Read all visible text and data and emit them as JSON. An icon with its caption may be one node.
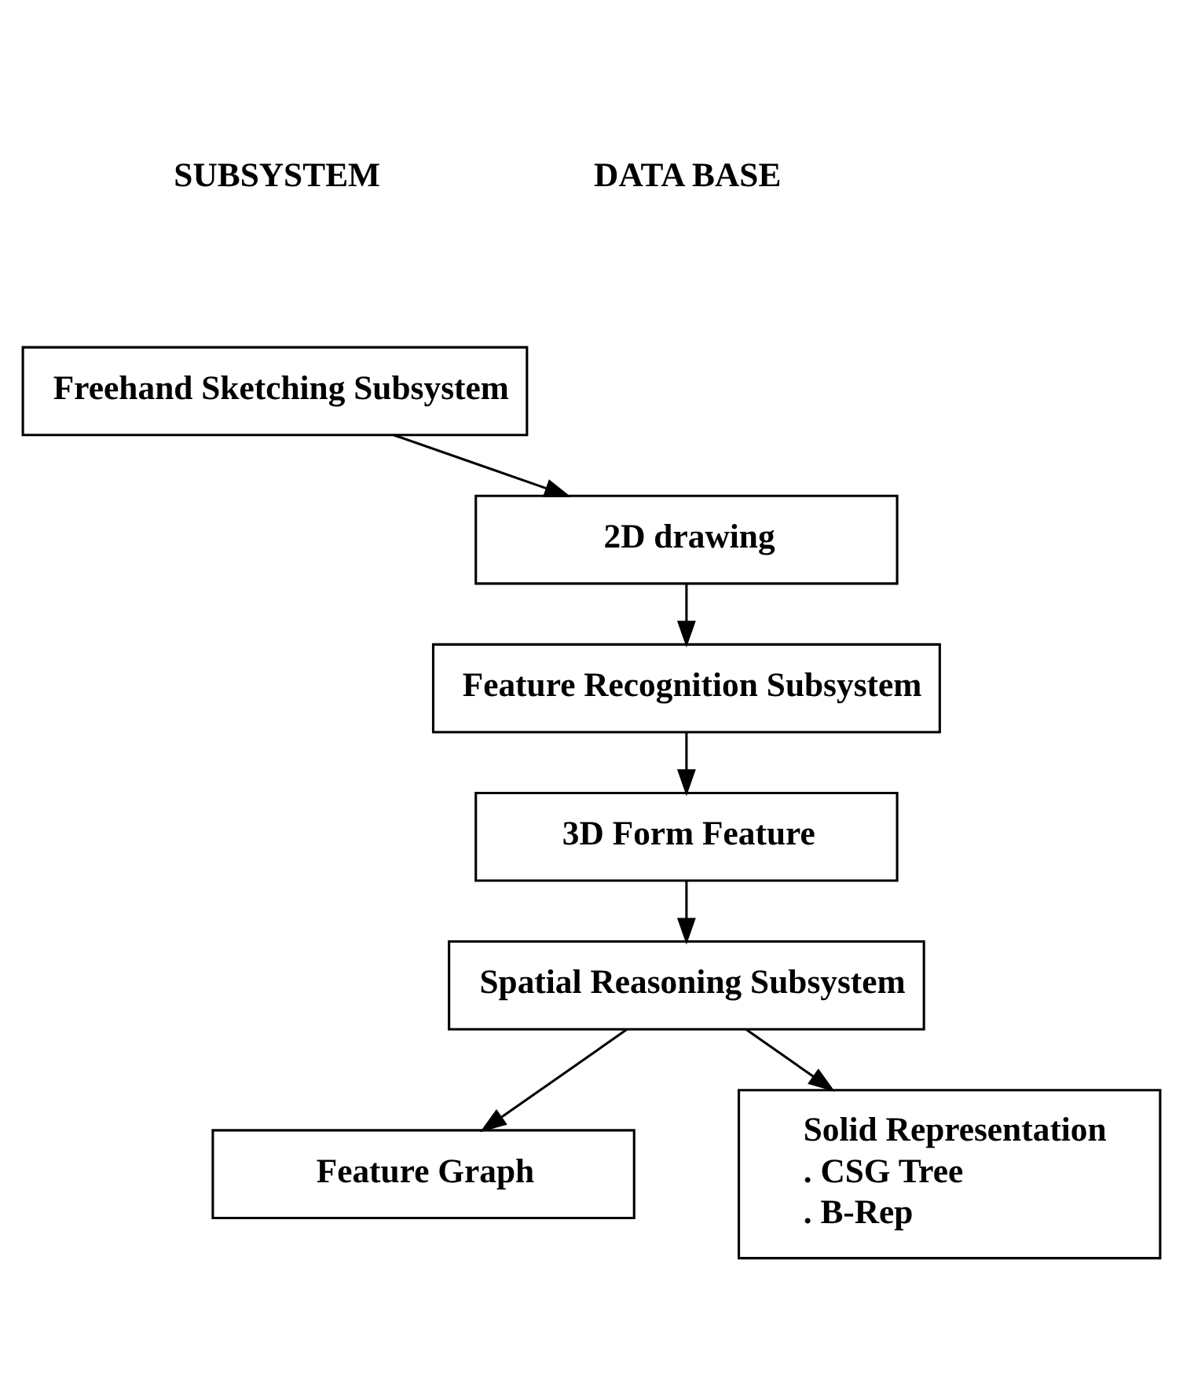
{
  "diagram": {
    "nodes": [
      {
        "text": [
          "Freehand Sketching Subsystem"
        ]
      },
      {
        "text": [
          "2D drawing"
        ]
      },
      {
        "text": [
          "Feature Recognition Subsystem"
        ]
      },
      {
        "text": [
          "3D Form Feature"
        ]
      },
      {
        "text": [
          "Spatial Reasoning Subsystem"
        ]
      },
      {
        "text": [
          "Feature Graph"
        ]
      },
      {
        "text": [
          "Solid Representation",
          ". CSG Tree",
          ". B-Rep"
        ]
      }
    ],
    "edges": [
      {
        "from": 0,
        "to": 1,
        "arrow": "to"
      },
      {
        "from": 1,
        "to": 2,
        "arrow": "to"
      },
      {
        "from": 2,
        "to": 3,
        "arrow": "to"
      },
      {
        "from": 3,
        "to": 4,
        "arrow": "to"
      },
      {
        "from": 4,
        "to": 5,
        "arrow": "to"
      },
      {
        "from": 4,
        "to": 6,
        "arrow": "to"
      }
    ],
    "labels": [
      "SUBSYSTEM",
      "DATA BASE"
    ]
  }
}
